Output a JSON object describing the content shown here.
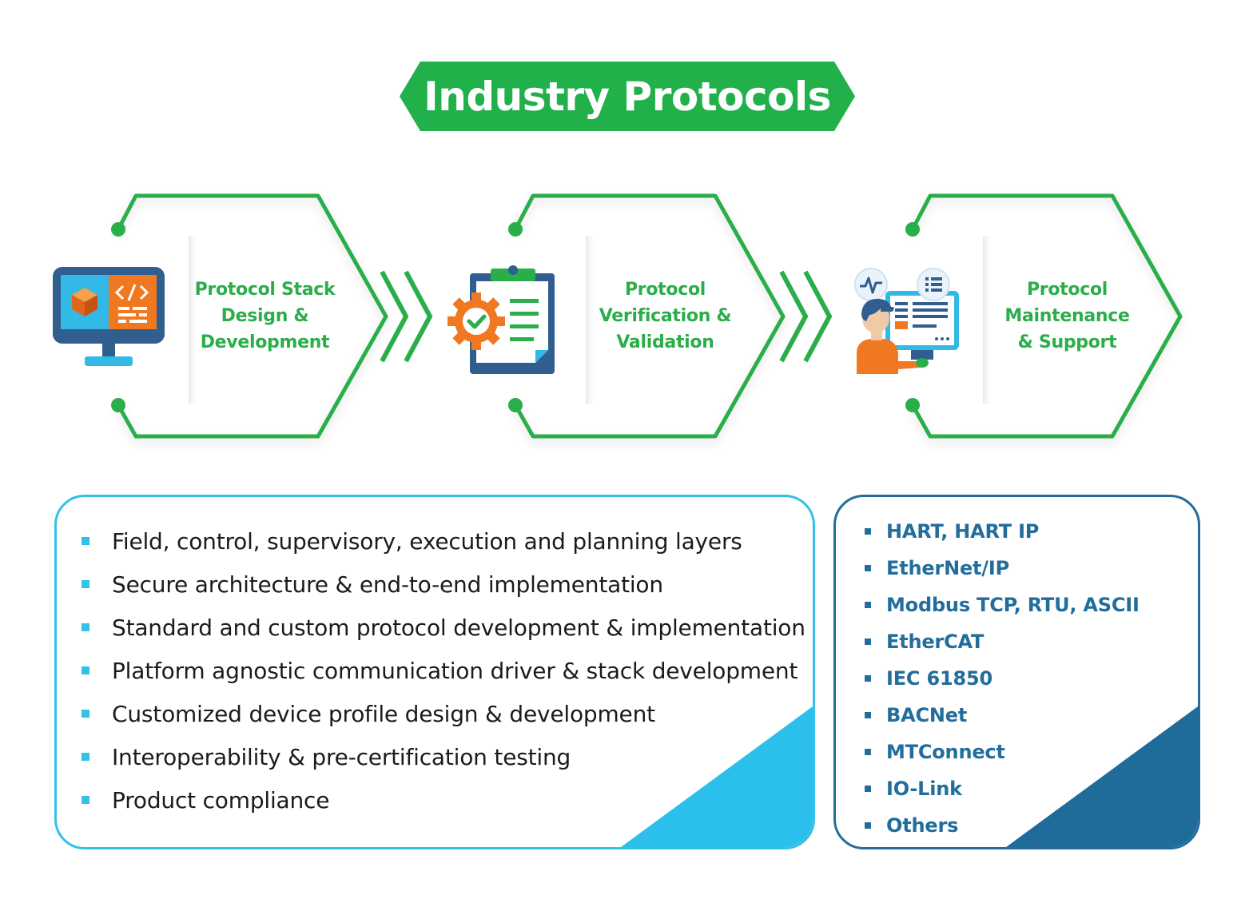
{
  "title": "Industry Protocols",
  "colors": {
    "green": "#2aae4a",
    "light_blue": "#33c1ea",
    "dark_blue": "#226d9c",
    "orange": "#f07820"
  },
  "steps": [
    {
      "label": "Protocol Stack\nDesign &\nDevelopment",
      "icon": "monitor-code-icon"
    },
    {
      "label": "Protocol\nVerification &\nValidation",
      "icon": "clipboard-gear-check-icon"
    },
    {
      "label": "Protocol\nMaintenance\n& Support",
      "icon": "engineer-dashboard-icon"
    }
  ],
  "capabilities": [
    "Field, control, supervisory, execution and planning layers",
    "Secure architecture & end-to-end implementation",
    "Standard and custom protocol development & implementation",
    "Platform agnostic communication driver & stack development",
    "Customized device profile design & development",
    "Interoperability & pre-certification testing",
    "Product compliance"
  ],
  "protocols": [
    "HART, HART IP",
    "EtherNet/IP",
    "Modbus TCP, RTU, ASCII",
    "EtherCAT",
    "IEC 61850",
    "BACNet",
    "MTConnect",
    "IO-Link",
    "Others"
  ]
}
